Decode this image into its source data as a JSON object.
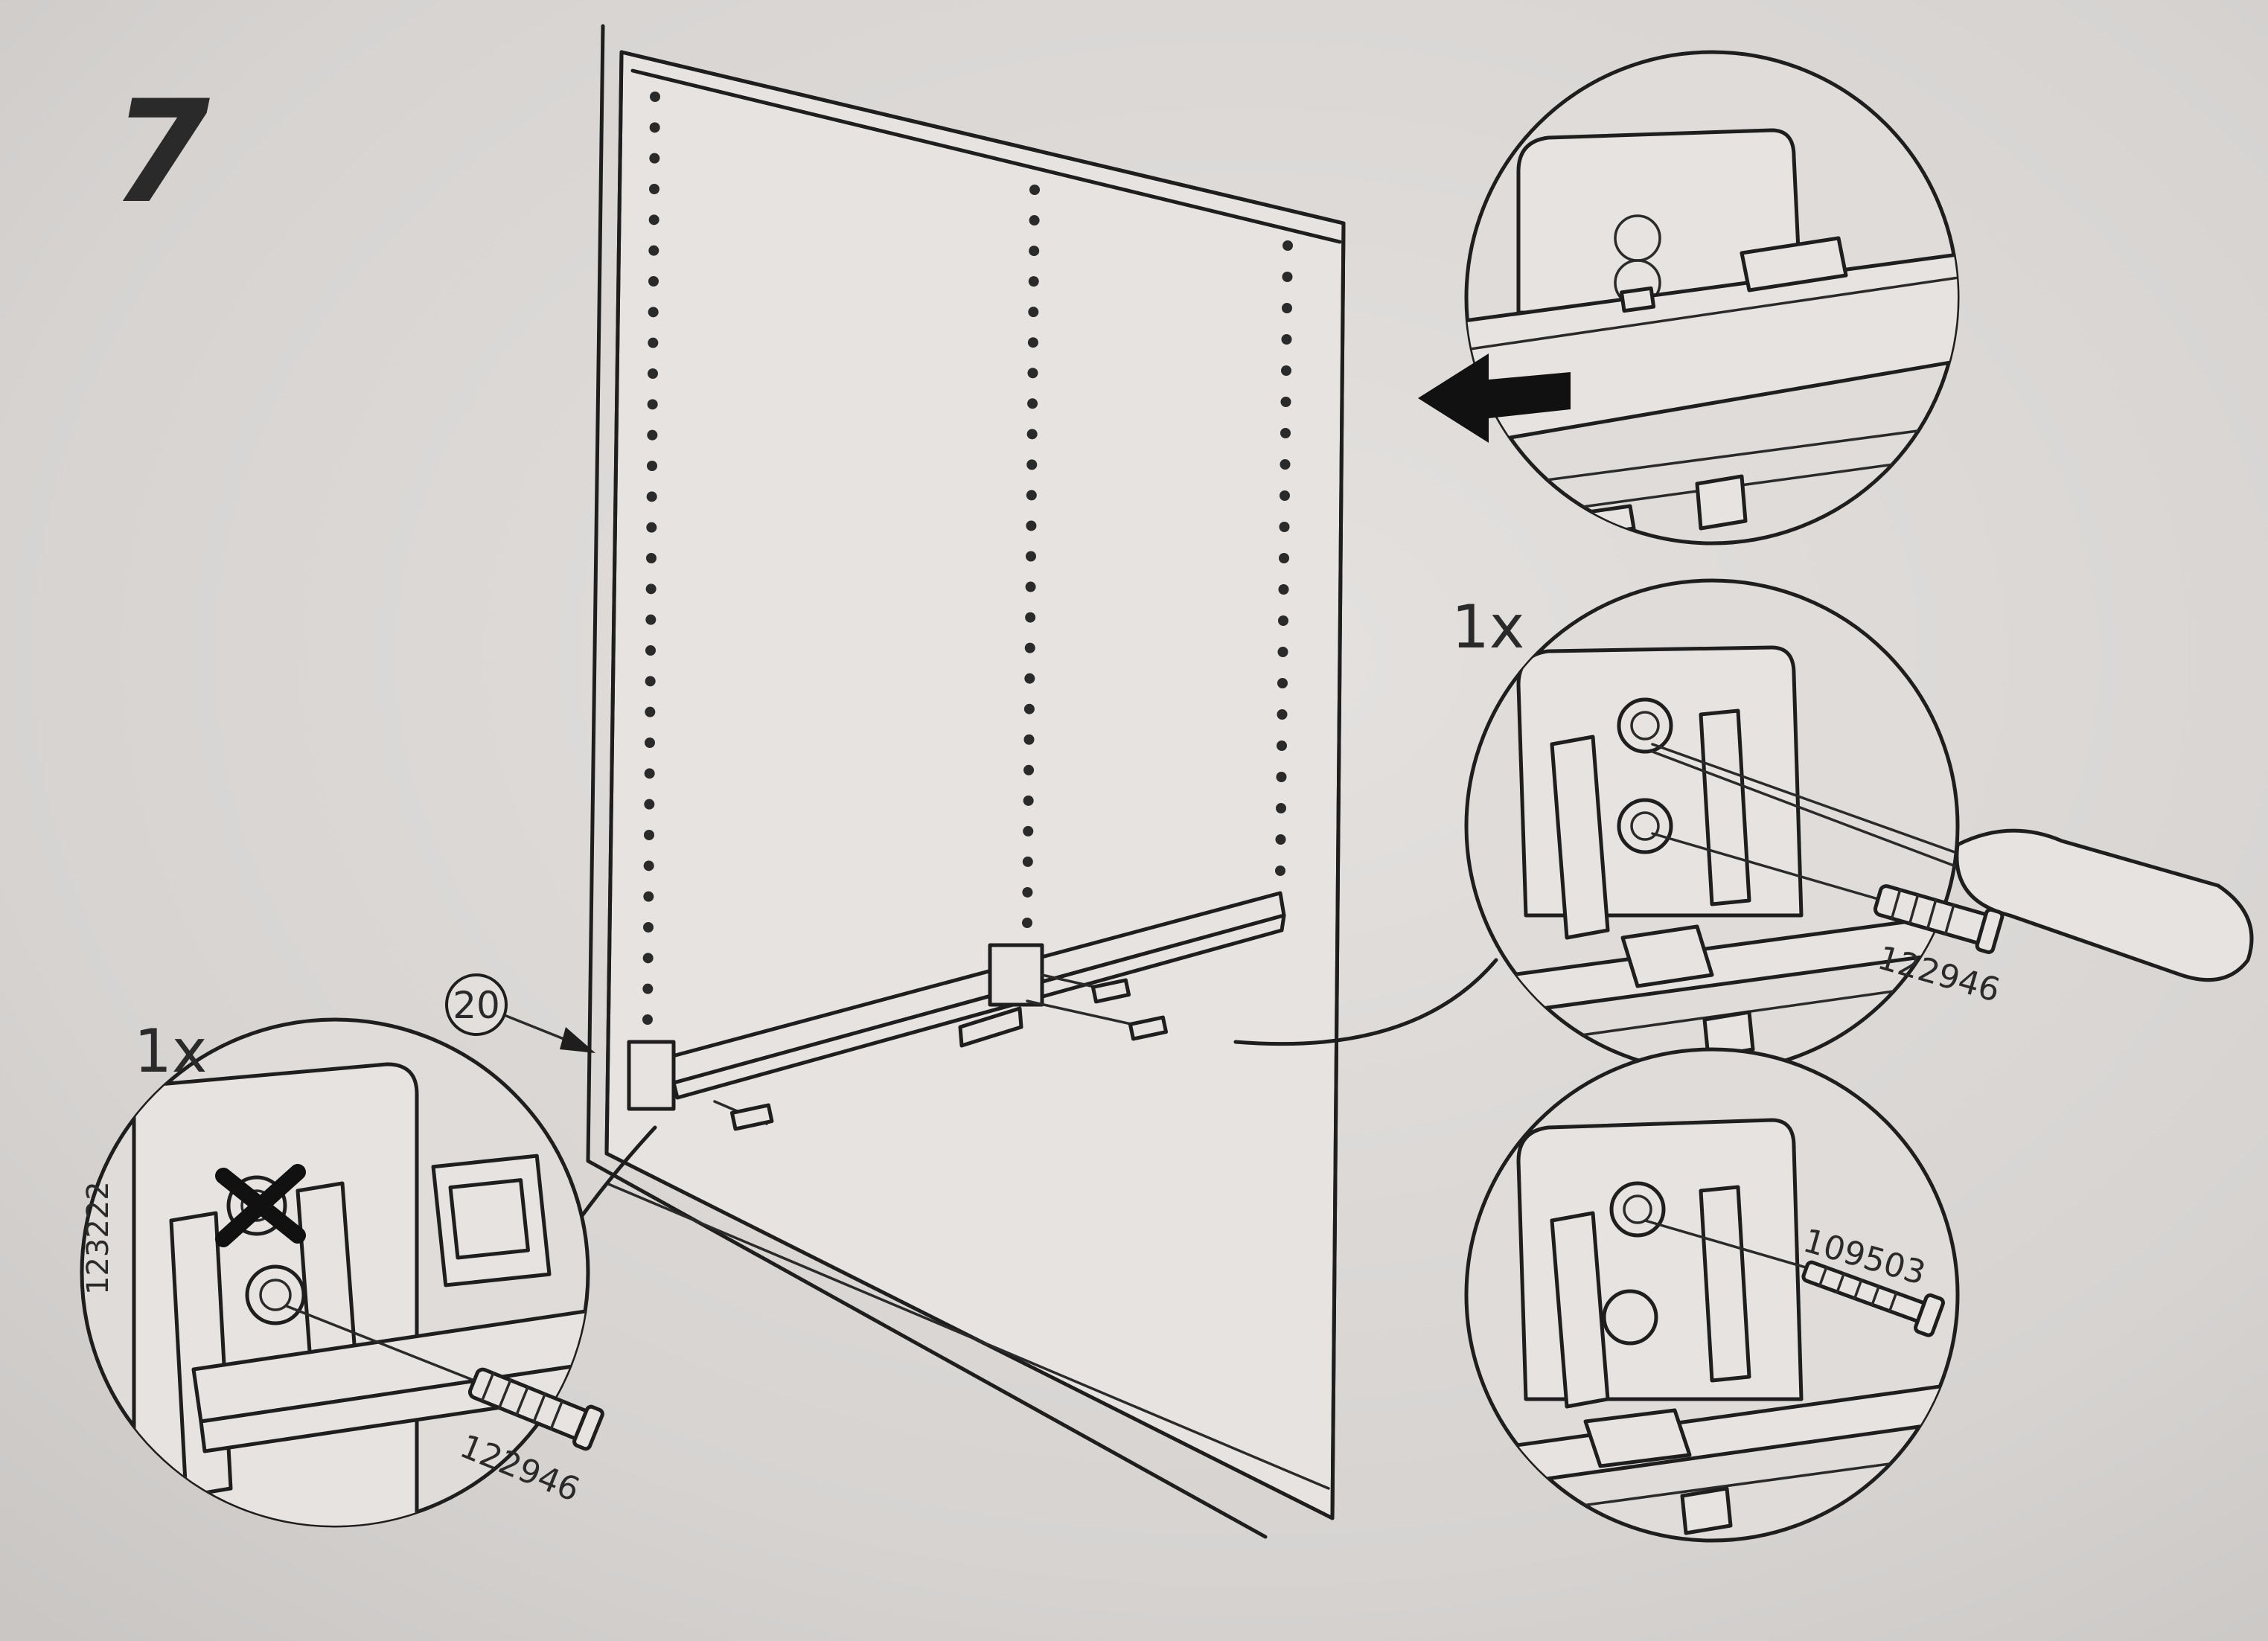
{
  "step_number": "7",
  "part_callout": "20",
  "left_detail": {
    "quantity": "1x",
    "side_code": "123222",
    "screw_code": "122946"
  },
  "right_middle_detail": {
    "quantity": "1x",
    "screw_code": "122946"
  },
  "right_bottom_detail": {
    "screw_code": "109503"
  },
  "icons": [
    "x-mark-icon",
    "arrow-left-icon",
    "screwdriver-icon",
    "screw-icon"
  ]
}
